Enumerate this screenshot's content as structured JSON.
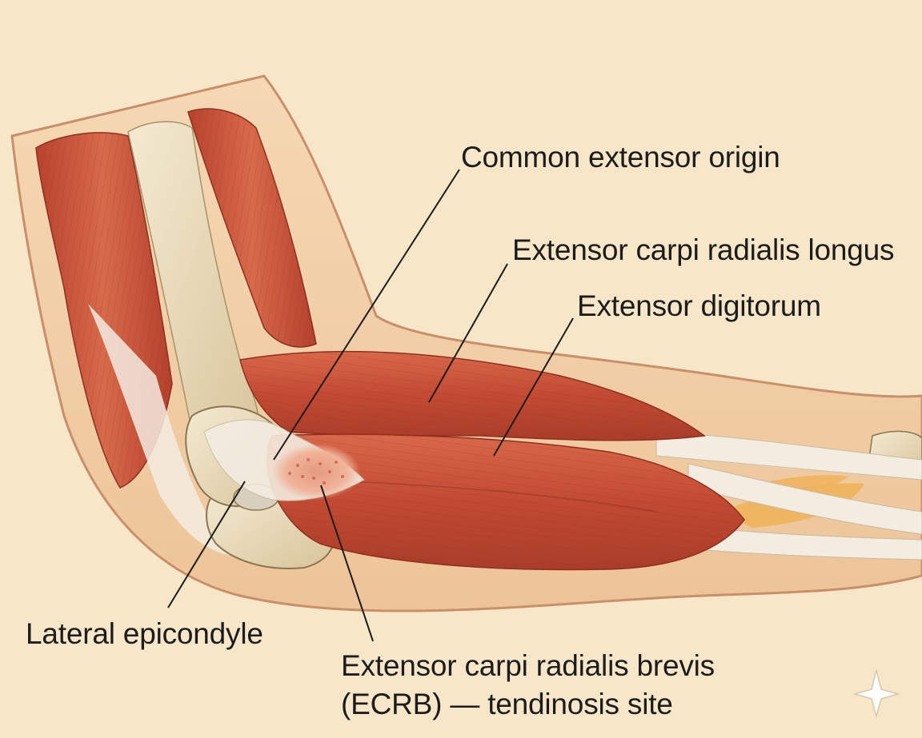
{
  "labels": {
    "common_extensor_origin": "Common extensor origin",
    "ecrl": "Extensor carpi radialis longus",
    "extensor_digitorum": "Extensor digitorum",
    "lateral_epicondyle": "Lateral epicondyle",
    "ecrb_line1": "Extensor carpi radialis brevis",
    "ecrb_line2": "(ECRB) — tendinosis site"
  },
  "colors": {
    "background": "#f8e6c8",
    "skin": "#f2cfa6",
    "skin_edge": "#c98f6a",
    "muscle": "#c9513a",
    "muscle_dark": "#a33a27",
    "muscle_light": "#e07a5c",
    "tendon": "#f3ece0",
    "bone": "#eadcbc",
    "fat": "#f0b25a",
    "leader": "#1c1c1c"
  },
  "icons": {
    "corner_mark": "sparkle-star-icon"
  }
}
